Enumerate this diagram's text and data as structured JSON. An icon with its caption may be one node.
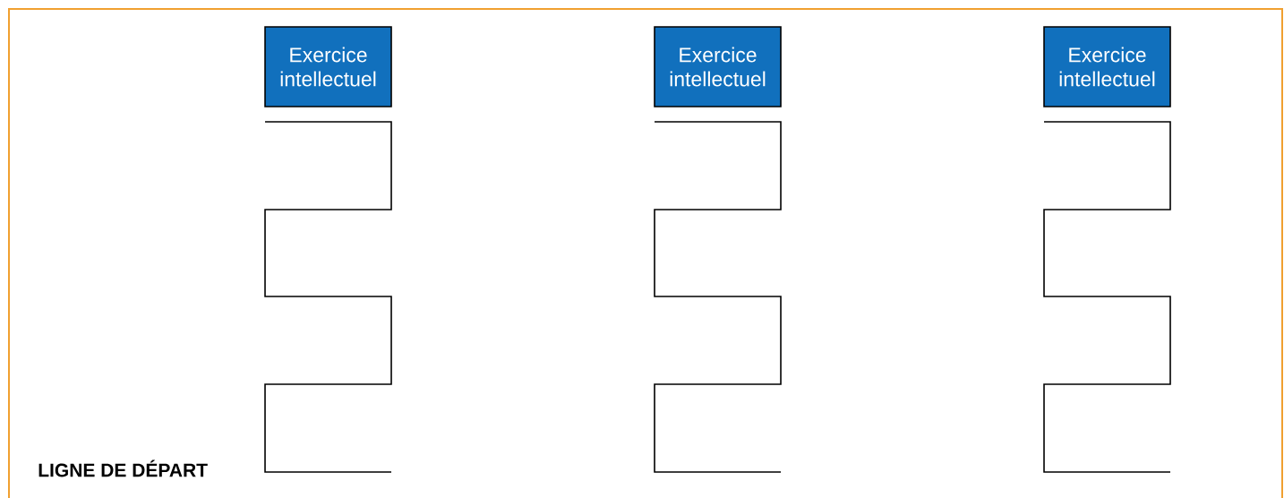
{
  "diagram": {
    "nodes": [
      {
        "text": [
          "Exercice intellectuel"
        ]
      },
      {
        "text": [
          "Exercice intellectuel"
        ]
      },
      {
        "text": [
          "Exercice intellectuel"
        ]
      }
    ],
    "labels": [
      "LIGNE DE DÉPART"
    ]
  }
}
